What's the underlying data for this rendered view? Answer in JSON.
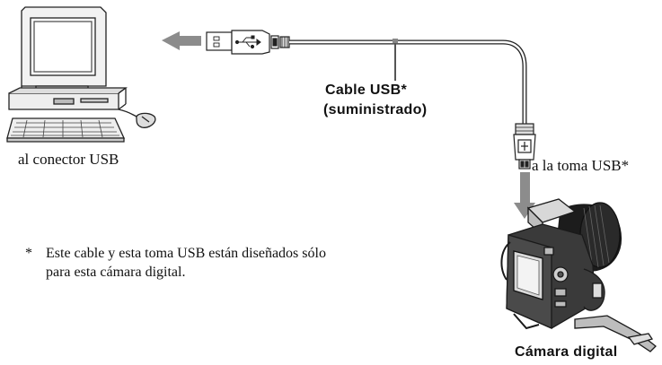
{
  "labels": {
    "computer": "al conector USB",
    "cable_line1": "Cable USB*",
    "cable_line2": "(suministrado)",
    "camera_jack": "a la toma USB*",
    "camera": "Cámara digital"
  },
  "footnote": {
    "marker": "*",
    "line1": "Este cable y esta toma USB están diseñados sólo",
    "line2": "para esta cámara digital."
  }
}
